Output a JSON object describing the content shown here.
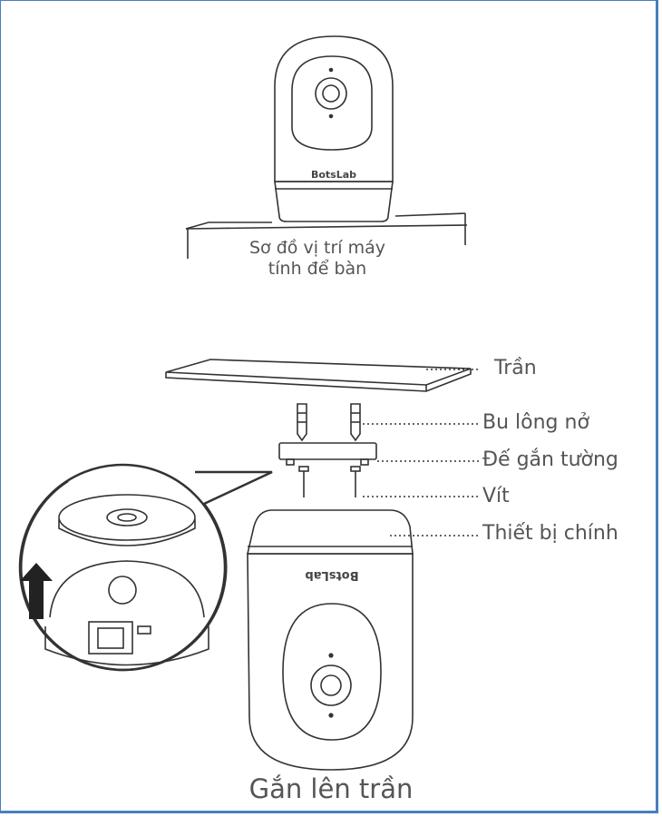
{
  "brand_logo": "BotsLab",
  "desk_caption": {
    "line1": "Sơ đồ vị trí máy",
    "line2": "tính để bàn"
  },
  "parts": [
    {
      "label": "Trần"
    },
    {
      "label": "Bu lông nở"
    },
    {
      "label": "Đế gắn tường"
    },
    {
      "label": "Vít"
    },
    {
      "label": "Thiết bị chính"
    }
  ],
  "ceiling_caption": "Gắn lên trần",
  "colors": {
    "line": "#333333",
    "text": "#555555",
    "frame": "#4a7ebb"
  }
}
